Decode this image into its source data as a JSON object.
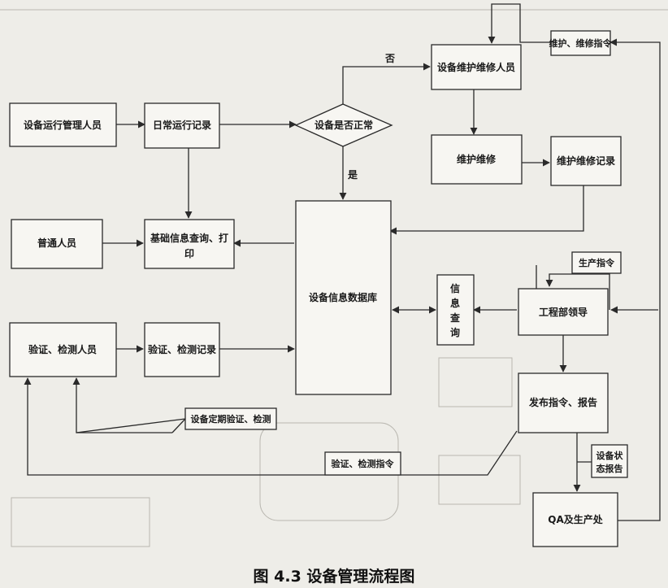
{
  "nodes": {
    "operators": "设备运行管理人员",
    "daily_record": "日常运行记录",
    "is_normal": "设备是否正常",
    "maint_staff": "设备维护维修人员",
    "maint_cmd": "维护、维修指令",
    "maintain": "维护维修",
    "maint_record": "维护维修记录",
    "ordinary": "普通人员",
    "basic_query_1": "基础信息查询、打",
    "basic_query_2": "印",
    "database": "设备信息数据库",
    "info_query": [
      "信",
      "息",
      "查",
      "询"
    ],
    "engineering_leader": "工程部领导",
    "production_cmd": "生产指令",
    "validation_staff": "验证、检测人员",
    "validation_record": "验证、检测记录",
    "periodic": "设备定期验证、检测",
    "validation_cmd": "验证、检测指令",
    "publish": "发布指令、报告",
    "status_report_1": "设备状",
    "status_report_2": "态报告",
    "qa": "QA及生产处"
  },
  "edge_labels": {
    "no": "否",
    "yes": "是"
  },
  "caption": "图 4.3  设备管理流程图"
}
